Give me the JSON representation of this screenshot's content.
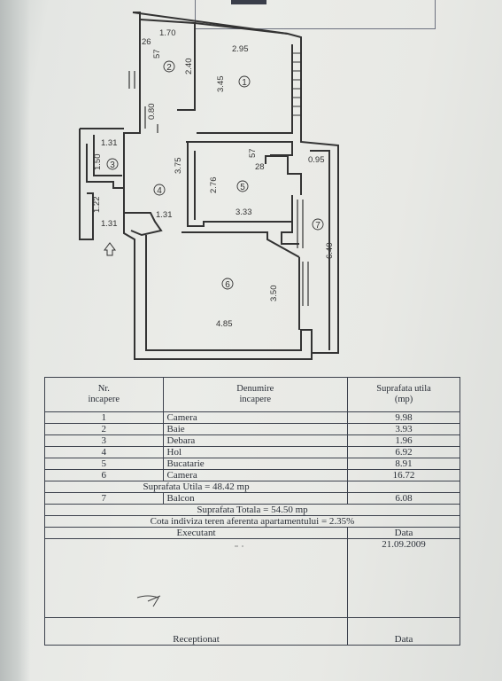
{
  "plan": {
    "dims": {
      "d1_70": "1.70",
      "d26": "26",
      "d57a": "57",
      "d2_40": "2.40",
      "d2_95": "2.95",
      "d3_45": "3.45",
      "d0_80": "0.80",
      "d1_31a": "1.31",
      "d1_50": "1.50",
      "d3_75": "3.75",
      "d2_76": "2.76",
      "d57b": "57",
      "d28": "28",
      "d0_95": "0.95",
      "d1_22": "1.22",
      "d1_31b": "1.31",
      "d1_31c": "1.31",
      "d3_33": "3.33",
      "d6_40": "6.40",
      "d3_50": "3.50",
      "d4_85": "4.85"
    },
    "rooms": {
      "r1": "1",
      "r2": "2",
      "r3": "3",
      "r4": "4",
      "r5": "5",
      "r6": "6",
      "r7": "7"
    }
  },
  "table": {
    "headers": {
      "nr": [
        "Nr.",
        "incapere"
      ],
      "name": [
        "Denumire",
        "incapere"
      ],
      "area": [
        "Suprafata utila",
        "(mp)"
      ]
    },
    "rows": [
      {
        "nr": "1",
        "name": "Camera",
        "area": "9.98"
      },
      {
        "nr": "2",
        "name": "Baie",
        "area": "3.93"
      },
      {
        "nr": "3",
        "name": "Debara",
        "area": "1.96"
      },
      {
        "nr": "4",
        "name": "Hol",
        "area": "6.92"
      },
      {
        "nr": "5",
        "name": "Bucatarie",
        "area": "8.91"
      },
      {
        "nr": "6",
        "name": "Camera",
        "area": "16.72"
      }
    ],
    "suprafata_utila": "Suprafata Utila = 48.42 mp",
    "balcon": {
      "nr": "7",
      "name": "Balcon",
      "area": "6.08"
    },
    "suprafata_totala": "Suprafata Totala = 54.50 mp",
    "cota": "Cota indiviza teren aferenta apartamentului = 2.35%",
    "executant": "Executant",
    "data_label": "Data",
    "date": "21.09.2009",
    "receptionat": "Receptionat",
    "data_label2": "Data"
  }
}
